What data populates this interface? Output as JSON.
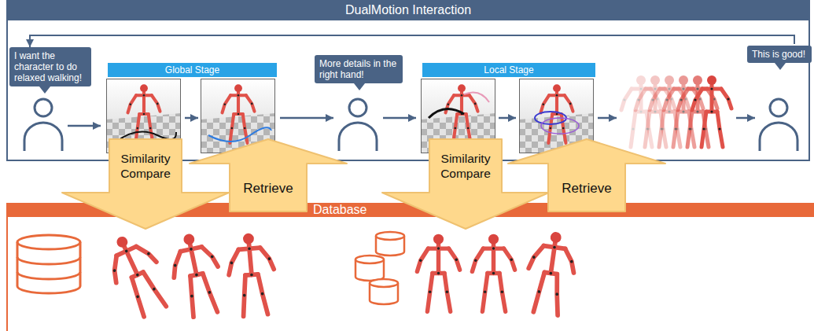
{
  "diagram": {
    "nodes": [
      {
        "text": [
          "DualMotion Interaction"
        ]
      },
      {
        "text": [
          "I want the character to do relaxed walking!"
        ],
        "in": 0
      },
      {
        "text": [
          "Global Stage"
        ],
        "in": 0
      },
      {
        "text": [
          "More details in the right hand!"
        ],
        "in": 0
      },
      {
        "text": [
          "Local Stage"
        ],
        "in": 0
      },
      {
        "text": [
          "This is good!"
        ],
        "in": 0
      },
      {
        "text": [
          "Database"
        ]
      },
      {
        "text": [
          "Similarity Compare"
        ]
      },
      {
        "text": [
          "Retrieve"
        ]
      },
      {
        "text": [
          "Similarity Compare"
        ]
      },
      {
        "text": [
          "Retrieve"
        ]
      }
    ]
  }
}
